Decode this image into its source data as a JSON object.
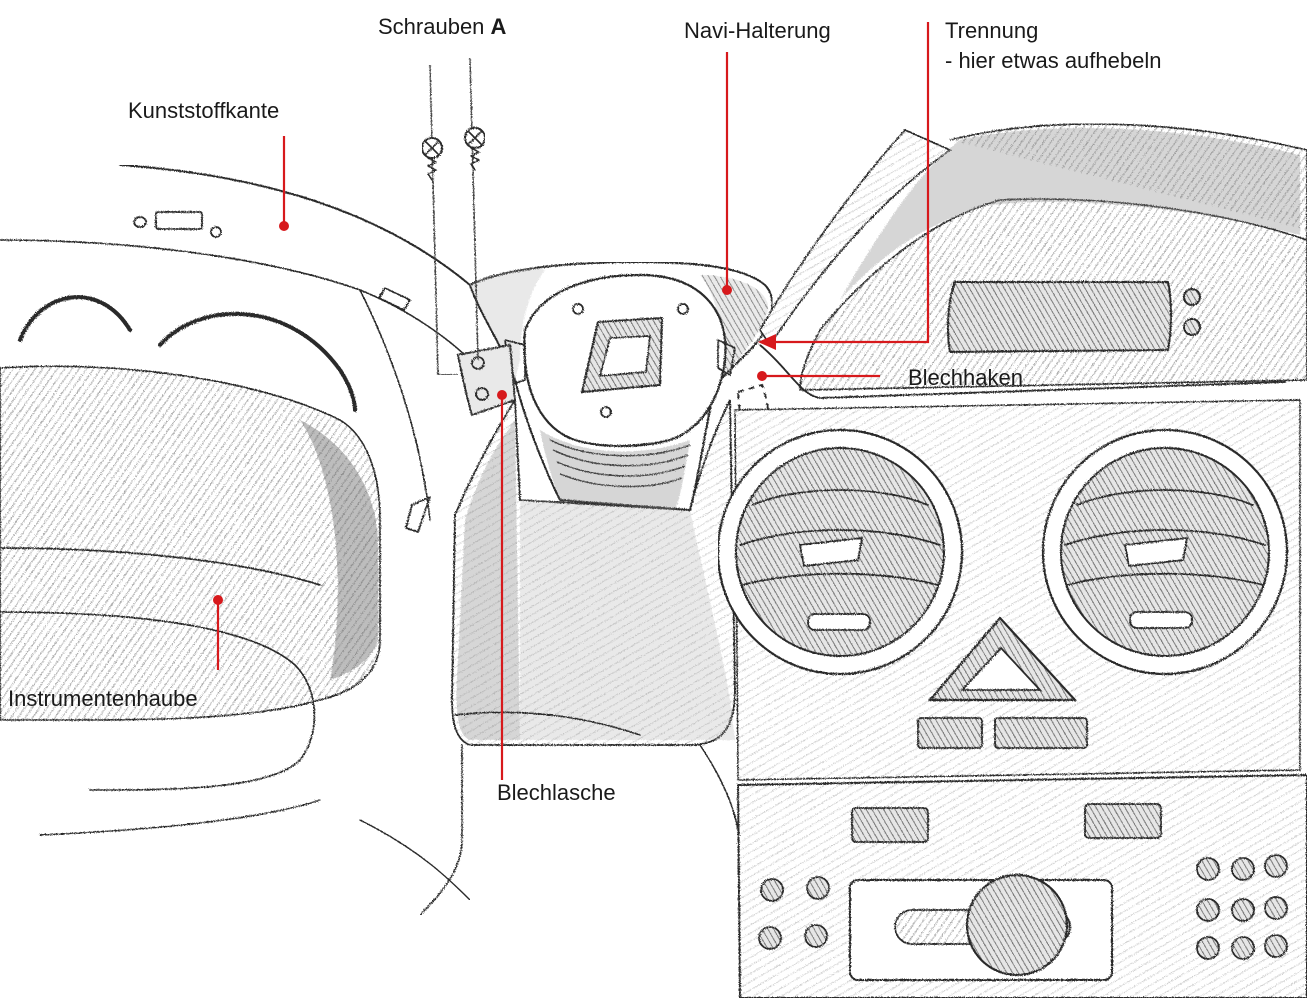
{
  "labels": {
    "schrauben": "Schrauben",
    "schrauben_letter": "A",
    "navi_halterung": "Navi-Halterung",
    "trennung_line1": "Trennung",
    "trennung_line2": "- hier etwas aufhebeln",
    "kunststoffkante": "Kunststoffkante",
    "blechhaken": "Blechhaken",
    "instrumentenhaube": "Instrumentenhaube",
    "blechlasche": "Blechlasche"
  },
  "colors": {
    "leader": "#d7191c",
    "ink": "#2a2a2a",
    "shading": "#8a8a8a"
  }
}
